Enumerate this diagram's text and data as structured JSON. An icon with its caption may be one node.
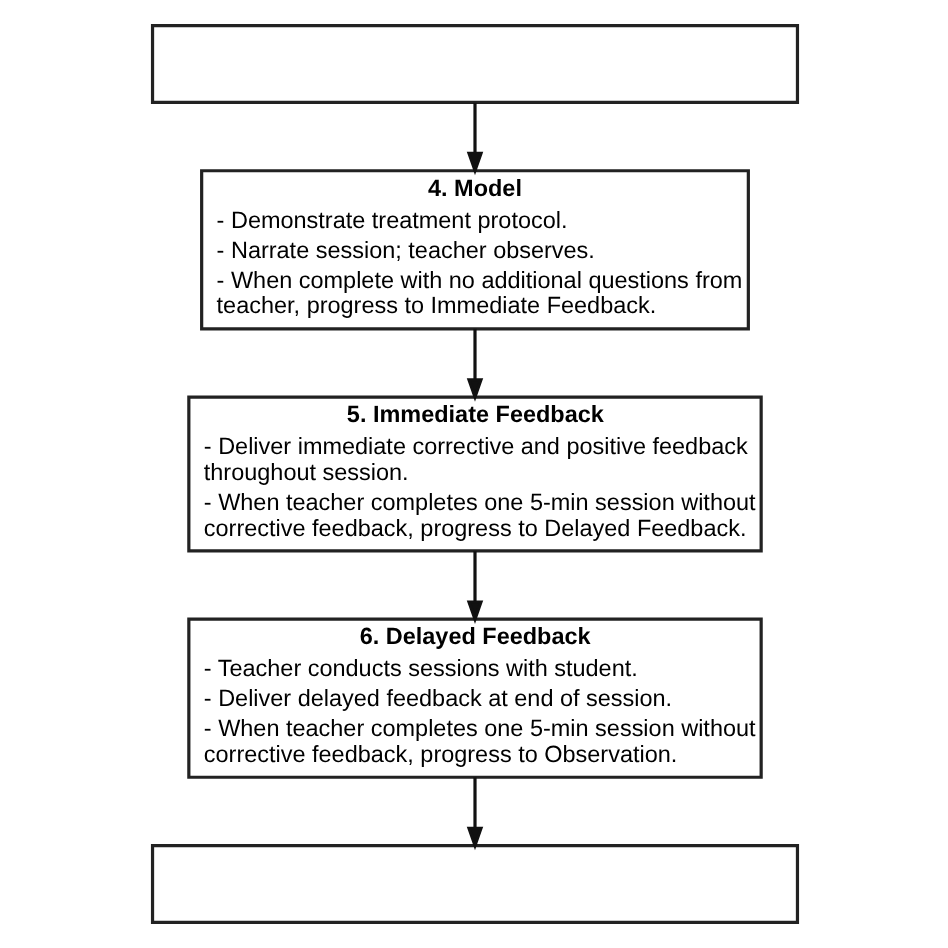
{
  "diagram": {
    "nodes": [
      {
        "text": [],
        "shape": "box"
      },
      {
        "text": [
          "4. Model",
          "- Demonstrate treatment protocol.",
          "- Narrate session; teacher observes.",
          "- When complete with no additional questions from teacher, progress to Immediate Feedback."
        ]
      },
      {
        "text": [
          "5. Immediate Feedback",
          "- Deliver immediate corrective and positive feedback throughout session.",
          "- When teacher completes one 5-min session without corrective feedback, progress to Delayed Feedback."
        ]
      },
      {
        "text": [
          "6. Delayed Feedback",
          "- Teacher conducts sessions with student.",
          "- Deliver delayed feedback at end of session.",
          "- When teacher completes one 5-min session without corrective feedback, progress to Observation."
        ]
      },
      {
        "text": [],
        "shape": "box"
      }
    ],
    "edges": [
      {
        "from": 0,
        "to": 1,
        "arrow": "to"
      },
      {
        "from": 1,
        "to": 2,
        "arrow": "to"
      },
      {
        "from": 2,
        "to": 3,
        "arrow": "to"
      },
      {
        "from": 3,
        "to": 4,
        "arrow": "to"
      }
    ]
  }
}
